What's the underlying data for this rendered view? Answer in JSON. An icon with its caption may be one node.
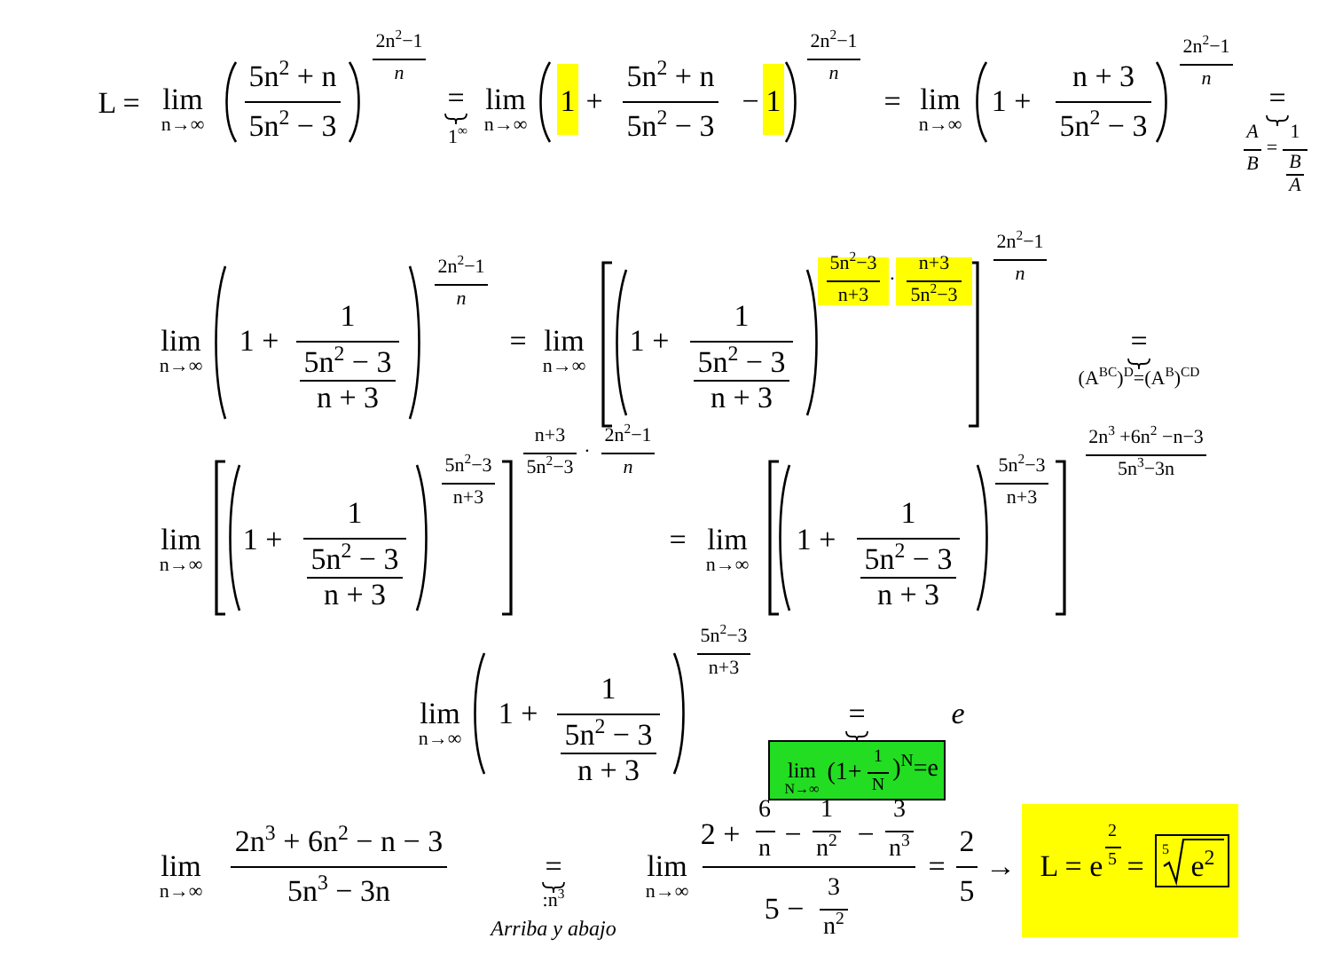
{
  "diagram": {
    "nodes": [
      {
        "text": [
          "1"
        ]
      },
      {
        "text": [
          "1"
        ]
      },
      {
        "text": [
          "5n$^{2}$−3",
          "n+3"
        ]
      },
      {
        "text": [
          "n+3",
          "5n$^{2}$−3"
        ]
      },
      {
        "text": [
          "lim",
          "N→∞",
          "(1+",
          "1",
          "N",
          ")$^{N}$=e"
        ]
      },
      {
        "text": [
          "L = e",
          "2",
          "5",
          "=",
          "5",
          "e$^{2}$"
        ]
      }
    ],
    "labels": [
      "L =",
      "lim",
      "n→∞",
      "5n$^{2}$ + n",
      "5n$^{2}$ − 3",
      "2n$^{2}$−1",
      "n",
      "=",
      "1$^{∞}$",
      "lim",
      "n→∞",
      "+",
      "5n$^{2}$ + n",
      "5n$^{2}$ − 3",
      "−",
      "2n$^{2}$−1",
      "n",
      "=",
      "lim",
      "n→∞",
      "1 +",
      "n + 3",
      "5n$^{2}$ − 3",
      "2n$^{2}$−1",
      "n",
      "=",
      "A",
      "B",
      "=",
      "1",
      "B",
      "A",
      "lim",
      "n→∞",
      "1 +",
      "1",
      "5n$^{2}$ − 3",
      "n + 3",
      "2n$^{2}$−1",
      "n",
      "=",
      "lim",
      "n→∞",
      "1 +",
      "1",
      "5n$^{2}$ − 3",
      "n + 3",
      "·",
      "2n$^{2}$−1",
      "n",
      "=",
      "(A$^{BC}$)$^{D}$=(A$^{B}$)$^{CD}$",
      "lim",
      "n→∞",
      "1 +",
      "1",
      "5n$^{2}$ − 3",
      "n + 3",
      "5n$^{2}$−3",
      "n+3",
      "n+3",
      "5n$^{2}$−3",
      "·",
      "2n$^{2}$−1",
      "n",
      "=",
      "lim",
      "n→∞",
      "1 +",
      "1",
      "5n$^{2}$ − 3",
      "n + 3",
      "5n$^{2}$−3",
      "n+3",
      "2n$^{3}$ +6n$^{2}$ −n−3",
      "5n$^{3}$−3n",
      "lim",
      "n→∞",
      "1 +",
      "1",
      "5n$^{2}$ − 3",
      "n + 3",
      "5n$^{2}$−3",
      "n+3",
      "=",
      "e",
      "lim",
      "n→∞",
      "2n$^{3}$ + 6n$^{2}$ − n − 3",
      "5n$^{3}$ − 3n",
      "=",
      ":n$^{3}$",
      "Arriba y abajo",
      "lim",
      "n→∞",
      "2 +",
      "6",
      "n",
      "−",
      "1",
      "n$^{2}$",
      "−",
      "3",
      "n$^{3}$",
      "5 −",
      "3",
      "n$^{2}$",
      "=",
      "2",
      "5",
      "→"
    ]
  }
}
